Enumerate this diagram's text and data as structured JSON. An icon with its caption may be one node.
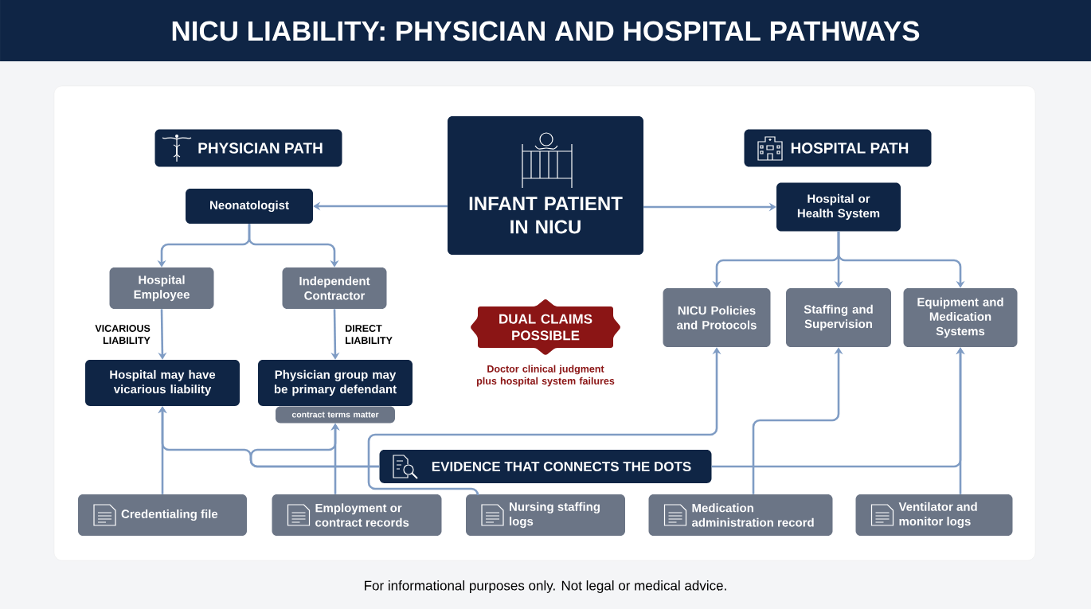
{
  "diagram": {
    "title": "NICU LIABILITY: PHYSICIAN AND HOSPITAL PATHWAYS",
    "caption": "For informational purposes only. Not legal or medical advice.",
    "nodes": [
      {
        "text": [
          "PHYSICIAN PATH"
        ]
      },
      {
        "text": [
          "HOSPITAL PATH"
        ]
      },
      {
        "text": [
          "INFANT PATIENT IN NICU"
        ]
      },
      {
        "text": [
          "Neonatologist"
        ]
      },
      {
        "text": [
          "Hospital or Health System"
        ]
      },
      {
        "text": [
          "Hospital Employee"
        ]
      },
      {
        "text": [
          "Independent Contractor"
        ]
      },
      {
        "text": [
          "NICU Policies and Protocols"
        ]
      },
      {
        "text": [
          "Staffing and Supervision"
        ]
      },
      {
        "text": [
          "Equipment and Medication Systems"
        ]
      },
      {
        "text": [
          "DUAL CLAIMS POSSIBLE"
        ],
        "beside": [
          "Doctor clinical judgment plus hospital system failures"
        ]
      },
      {
        "text": [
          "Hospital may have vicarious liability"
        ]
      },
      {
        "text": [
          "Physician group may be primary defendant"
        ]
      },
      {
        "text": [
          "contract terms matter"
        ]
      },
      {
        "text": [
          "EVIDENCE THAT CONNECTS THE DOTS"
        ]
      },
      {
        "text": [
          "Credentialing file"
        ]
      },
      {
        "text": [
          "Employment or contract records"
        ]
      },
      {
        "text": [
          "Nursing staffing logs"
        ]
      },
      {
        "text": [
          "Medication administration record"
        ]
      },
      {
        "text": [
          "Ventilator and monitor logs"
        ]
      }
    ],
    "edges": [
      {
        "from": 2,
        "to": 3,
        "arrow": "to"
      },
      {
        "from": 2,
        "to": 4,
        "arrow": "to"
      },
      {
        "from": 3,
        "to": 5,
        "arrow": "to"
      },
      {
        "from": 3,
        "to": 6,
        "arrow": "to"
      },
      {
        "from": 5,
        "to": 11,
        "arrow": "to",
        "label": "VICARIOUS LIABILITY"
      },
      {
        "from": 6,
        "to": 12,
        "arrow": "to",
        "label": "DIRECT LIABILITY"
      },
      {
        "from": 4,
        "to": 7,
        "arrow": "to"
      },
      {
        "from": 4,
        "to": 8,
        "arrow": "to"
      },
      {
        "from": 4,
        "to": 9,
        "arrow": "to"
      },
      {
        "from": 15,
        "to": 11,
        "arrow": "to"
      },
      {
        "from": 14,
        "to": 11,
        "arrow": "to"
      },
      {
        "from": 16,
        "to": 13,
        "arrow": "to"
      },
      {
        "from": 14,
        "to": 13,
        "arrow": "to"
      },
      {
        "from": 17,
        "to": 7,
        "arrow": "to"
      },
      {
        "from": 18,
        "to": 8,
        "arrow": "to"
      },
      {
        "from": 19,
        "to": 9,
        "arrow": "to"
      },
      {
        "from": 14,
        "to": 9,
        "arrow": "to"
      }
    ]
  }
}
